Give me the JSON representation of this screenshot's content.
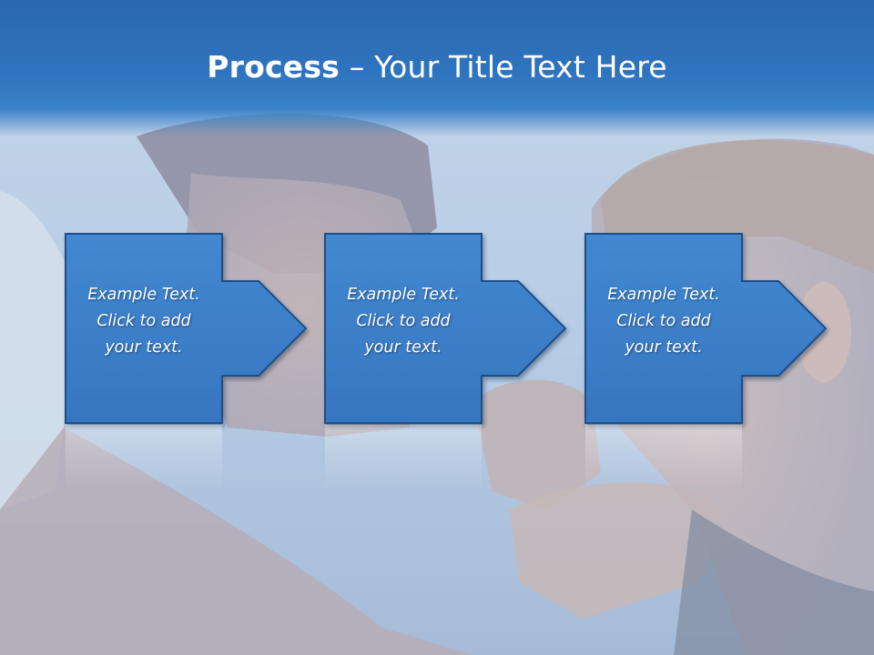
{
  "slide": {
    "title_bold": "Process",
    "title_rest": " – Your Title Text Here"
  },
  "steps": [
    {
      "lines": [
        "Example Text.",
        "Click  to add",
        "your text."
      ]
    },
    {
      "lines": [
        "Example Text.",
        "Click  to add",
        "your text."
      ]
    },
    {
      "lines": [
        "Example Text.",
        "Click  to add",
        "your text."
      ]
    }
  ],
  "colors": {
    "title_bar": "#2f74bf",
    "shape_fill": "#3b7fca",
    "shape_stroke": "#1f4f8a"
  }
}
